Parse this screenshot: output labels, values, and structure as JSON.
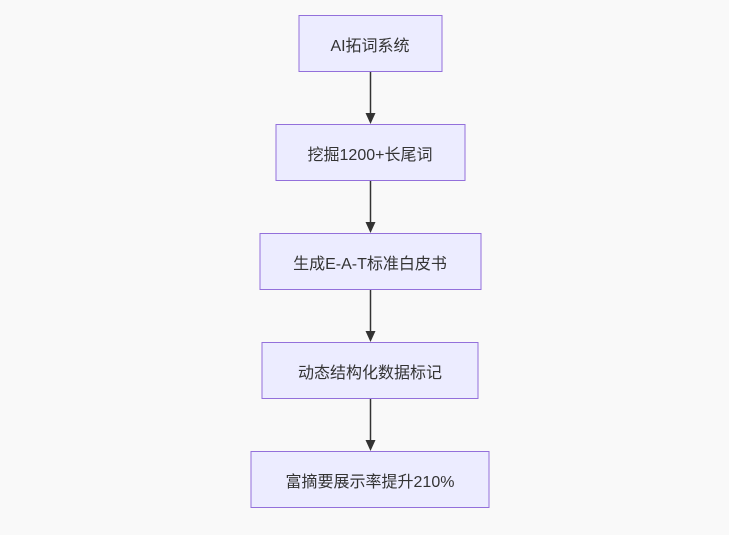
{
  "flowchart": {
    "type": "flowchart-top-down",
    "nodes": [
      {
        "label": "AI拓词系统"
      },
      {
        "label": "挖掘1200+长尾词"
      },
      {
        "label": "生成E-A-T标准白皮书"
      },
      {
        "label": "动态结构化数据标记"
      },
      {
        "label": "富摘要展示率提升210%"
      }
    ],
    "edges": [
      {
        "from": 0,
        "to": 1
      },
      {
        "from": 1,
        "to": 2
      },
      {
        "from": 2,
        "to": 3
      },
      {
        "from": 3,
        "to": 4
      }
    ],
    "colors": {
      "background": "#f9f9f9",
      "node_fill": "#ececff",
      "node_border": "#9370db",
      "text": "#333333",
      "arrow": "#333333"
    }
  }
}
